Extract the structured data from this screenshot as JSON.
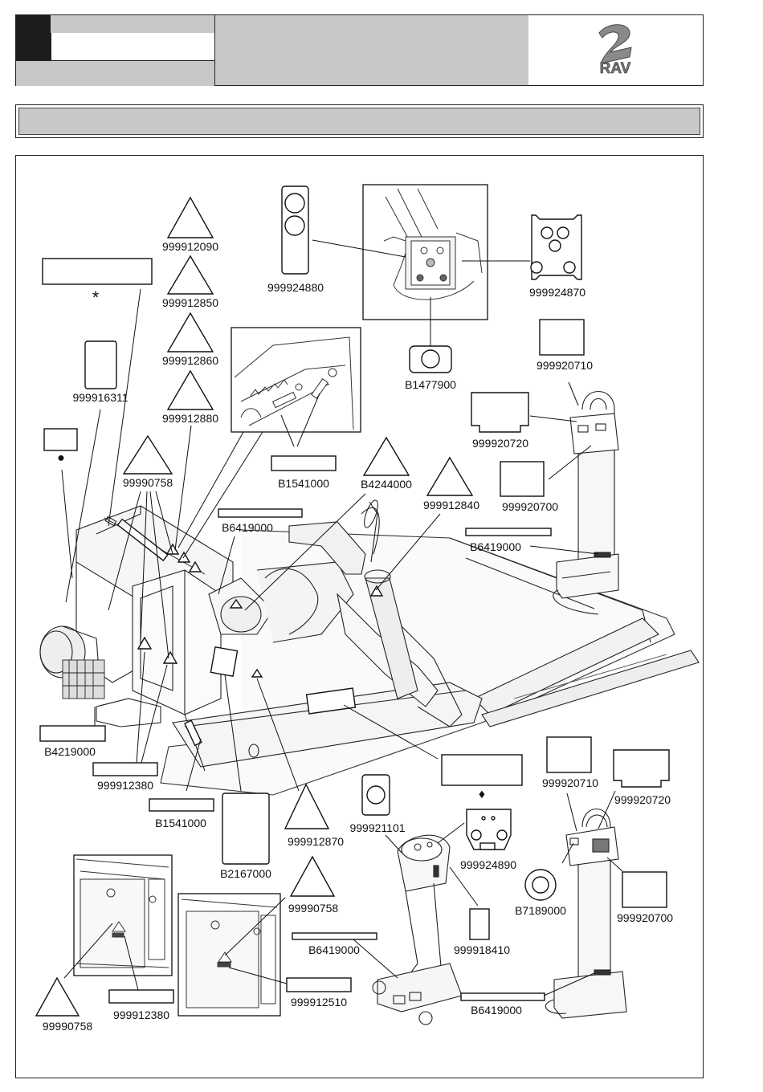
{
  "brand": {
    "logo_text": "RAV"
  },
  "symbols": {
    "asterisk": "*",
    "dot": "●",
    "diamond": "♦"
  },
  "labels": {
    "l_999912090": "999912090",
    "l_999912850": "999912850",
    "l_999912860": "999912860",
    "l_999912880": "999912880",
    "l_99990758_a": "99990758",
    "l_999916311": "999916311",
    "l_999924880": "999924880",
    "l_999924870": "999924870",
    "l_b1477900": "B1477900",
    "l_999920710_a": "999920710",
    "l_999920720_a": "999920720",
    "l_999920700_a": "999920700",
    "l_b1541000_a": "B1541000",
    "l_b4244000": "B4244000",
    "l_999912840": "999912840",
    "l_b6419000_a": "B6419000",
    "l_b6419000_b": "B6419000",
    "l_b4219000": "B4219000",
    "l_999912380_a": "999912380",
    "l_b1541000_b": "B1541000",
    "l_b2167000": "B2167000",
    "l_999912870": "999912870",
    "l_999921101": "999921101",
    "l_999924890": "999924890",
    "l_999920710_b": "999920710",
    "l_999920720_b": "999920720",
    "l_b7189000": "B7189000",
    "l_999920700_b": "999920700",
    "l_99990758_b": "99990758",
    "l_999918410": "999918410",
    "l_b6419000_c": "B6419000",
    "l_999912510": "999912510",
    "l_b6419000_d": "B6419000",
    "l_99990758_c": "99990758",
    "l_999912380_b": "999912380"
  }
}
